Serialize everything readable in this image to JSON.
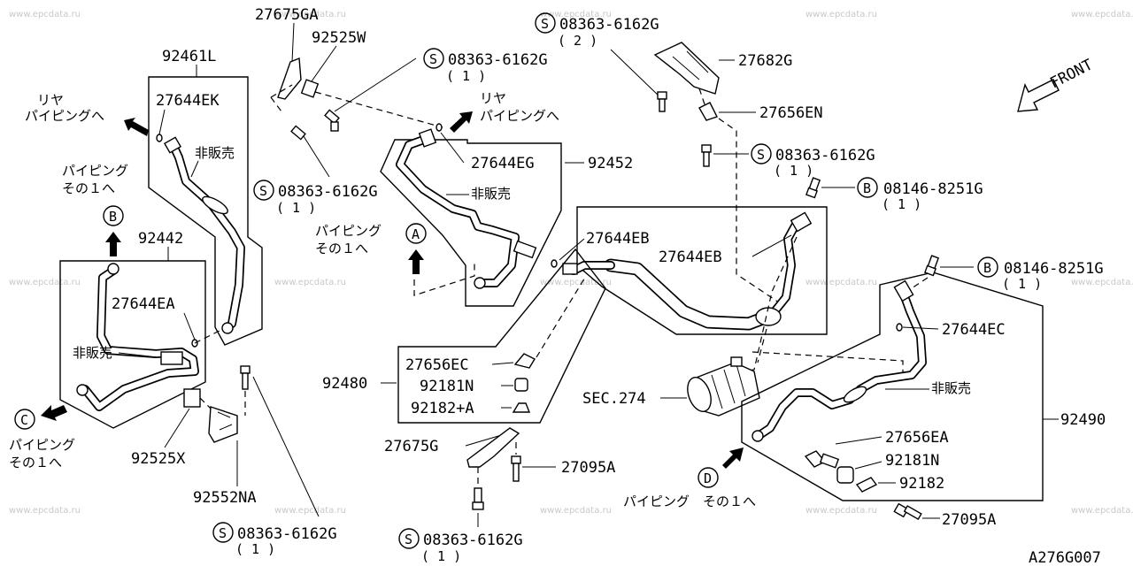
{
  "watermark": "www.epcdata.ru",
  "drawing_id": "A276G007",
  "front_label": "FRONT",
  "labels": {
    "p27675GA": "27675GA",
    "p92525W": "92525W",
    "s1_num": "08363-6162G",
    "s1_qty": "( 1 )",
    "s2_num": "08363-6162G",
    "s2_qty": "( 2 )",
    "p27682G": "27682G",
    "p92461L": "92461L",
    "p27644EK": "27644EK",
    "rear_left_1": "リヤ",
    "rear_left_2": "パイピングへ",
    "rear_mid_1": "リヤ",
    "rear_mid_2": "パイピングへ",
    "p27656EN": "27656EN",
    "s3_num": "08363-6162G",
    "s3_qty": "( 1 )",
    "p27644EG": "27644EG",
    "p92452": "92452",
    "hihanbai_1": "非販売",
    "hihanbai_2": "非販売",
    "hihanbai_3": "非販売",
    "hihanbai_4": "非販売",
    "piping_left_1": "パイピング",
    "piping_left_2": "その１へ",
    "s4_num": "08363-6162G",
    "s4_qty": "( 1 )",
    "b1_num": "08146-8251G",
    "b1_qty": "( 1 )",
    "circle_A": "A",
    "circle_B": "B",
    "circle_C": "C",
    "circle_D": "D",
    "piping_A_1": "パイピング",
    "piping_A_2": "その１へ",
    "p92442": "92442",
    "p27644EB_1": "27644EB",
    "p27644EB_2": "27644EB",
    "b2_num": "08146-8251G",
    "b2_qty": "( 1 )",
    "p27644EA": "27644EA",
    "p27644EC": "27644EC",
    "p27656EC": "27656EC",
    "p92480": "92480",
    "p92181N_1": "92181N",
    "p92182A": "92182+A",
    "sec274": "SEC.274",
    "p92490": "92490",
    "piping_C_1": "パイピング",
    "piping_C_2": "その１へ",
    "p92525X": "92525X",
    "p27675G": "27675G",
    "p27095A_1": "27095A",
    "p27656EA": "27656EA",
    "p92181N_2": "92181N",
    "p92182": "92182",
    "p92552NA": "92552NA",
    "piping_D": "パイピング　その１へ",
    "s5_num": "08363-6162G",
    "s5_qty": "( 1 )",
    "s6_num": "08363-6162G",
    "s6_qty": "( 1 )",
    "p27095A_2": "27095A",
    "S": "S",
    "B": "B"
  }
}
